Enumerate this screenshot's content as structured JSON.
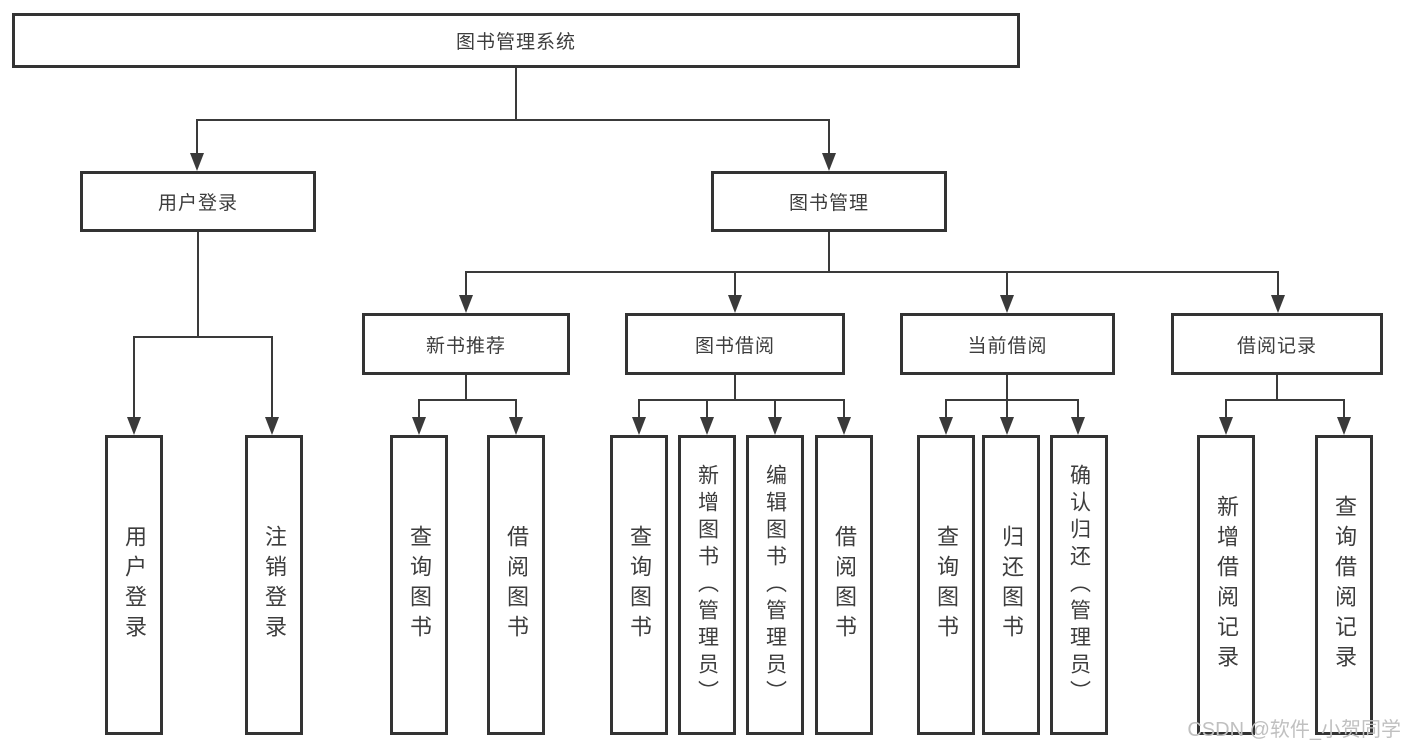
{
  "tree": {
    "root": {
      "label": "图书管理系统",
      "children": [
        {
          "label": "用户登录",
          "children": [
            {
              "label": "用户登录"
            },
            {
              "label": "注销登录"
            }
          ]
        },
        {
          "label": "图书管理",
          "children": [
            {
              "label": "新书推荐",
              "children": [
                {
                  "label": "查询图书"
                },
                {
                  "label": "借阅图书"
                }
              ]
            },
            {
              "label": "图书借阅",
              "children": [
                {
                  "label": "查询图书"
                },
                {
                  "label": "新增图书（管理员）"
                },
                {
                  "label": "编辑图书（管理员）"
                },
                {
                  "label": "借阅图书"
                }
              ]
            },
            {
              "label": "当前借阅",
              "children": [
                {
                  "label": "查询图书"
                },
                {
                  "label": "归还图书"
                },
                {
                  "label": "确认归还（管理员）"
                }
              ]
            },
            {
              "label": "借阅记录",
              "children": [
                {
                  "label": "新增借阅记录"
                },
                {
                  "label": "查询借阅记录"
                }
              ]
            }
          ]
        }
      ]
    }
  },
  "watermark": {
    "text": "CSDN @软件_小贺同学"
  },
  "colors": {
    "line": "#3a3a3a",
    "border": "#333333",
    "text": "#3d3d3d",
    "bg": "#ffffff",
    "watermark": "#c0c0c0"
  }
}
